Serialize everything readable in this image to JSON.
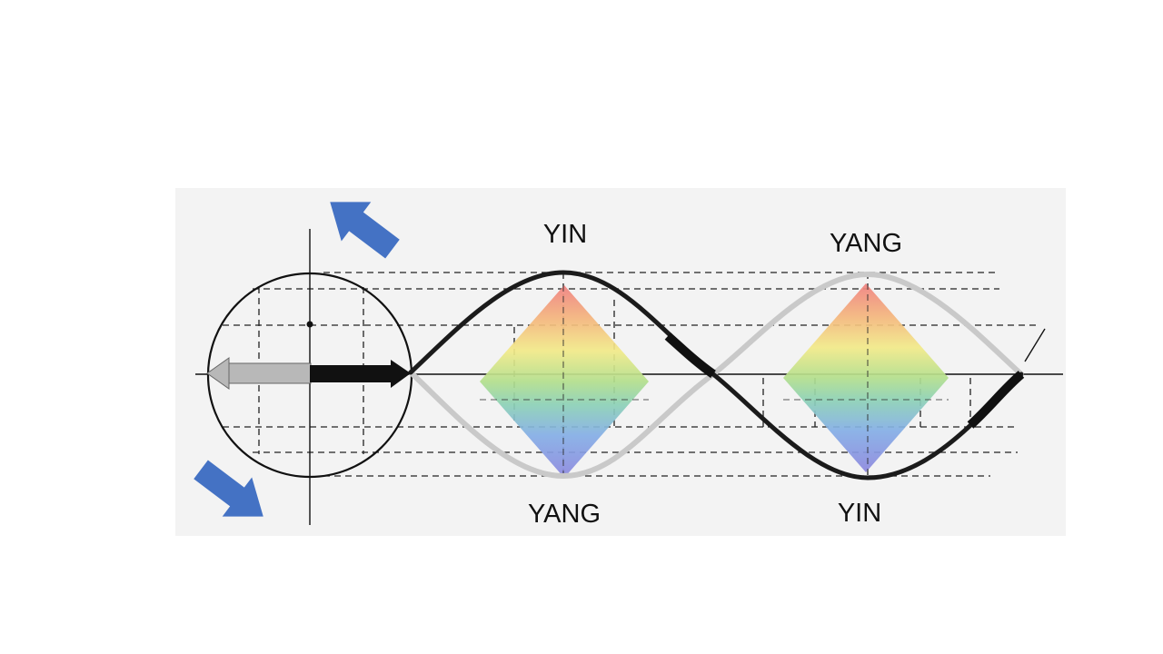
{
  "labels": {
    "top_left": "YIN",
    "top_right": "YANG",
    "bottom_left": "YANG",
    "bottom_right": "YIN"
  },
  "colors": {
    "background_panel": "#f3f3f3",
    "dark_wave": "#1a1a1a",
    "light_wave": "#c8c8c8",
    "blue_arrow": "#4472c4",
    "gray_arrow": "#b8b8b8",
    "spectrum": [
      "#f08080",
      "#f5c07a",
      "#f2ec8a",
      "#b5e08d",
      "#8fd3b0",
      "#86b6e6",
      "#8f8fe0"
    ]
  },
  "icons": {
    "rotation_arrow_top": "blue-arrow-up-left-icon",
    "rotation_arrow_bottom": "blue-arrow-down-right-icon"
  }
}
